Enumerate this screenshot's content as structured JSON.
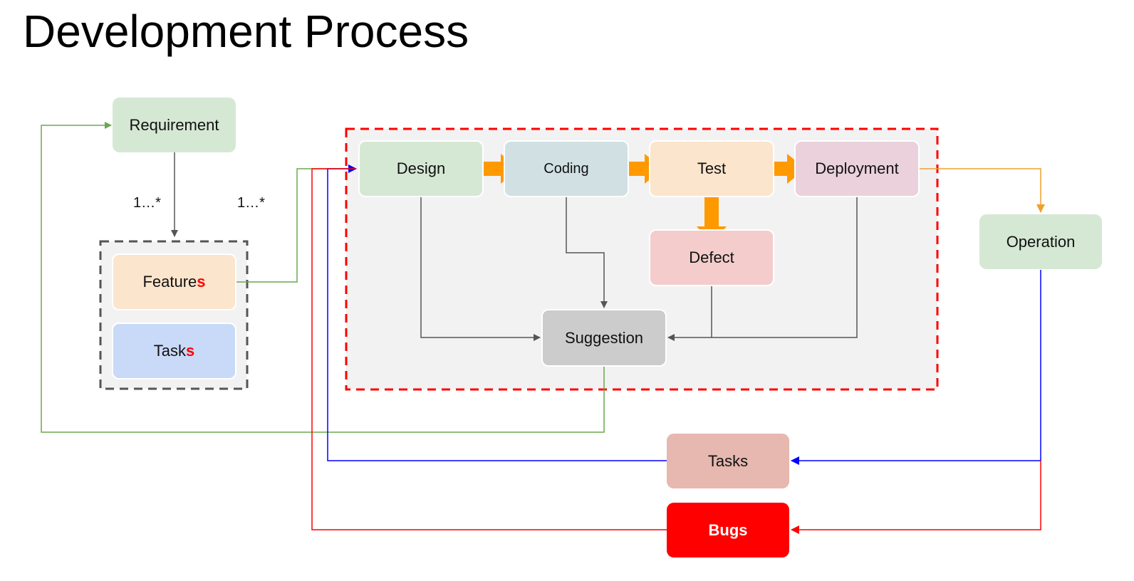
{
  "title": "Development Process",
  "nodes": {
    "requirement": "Requirement",
    "features": {
      "text": "Feature",
      "accent": "s"
    },
    "tasks_group": {
      "text": "Task",
      "accent": "s"
    },
    "design": "Design",
    "coding": "Coding",
    "test": "Test",
    "deployment": "Deployment",
    "defect": "Defect",
    "suggestion": "Suggestion",
    "operation": "Operation",
    "tasks_bottom": "Tasks",
    "bugs": "Bugs"
  },
  "multiplicity": {
    "left": "1…*",
    "right": "1…*"
  },
  "colors": {
    "green_box": "#d5e8d4",
    "orange_box": "#fce5cd",
    "blue_box": "#c9daf8",
    "teal_box": "#d0e0e3",
    "pink_box": "#ead1dc",
    "defect_box": "#f4cccc",
    "suggestion_box": "#cccccc",
    "tasks_box": "#e6b8af",
    "bugs_box": "#ff0000",
    "process_border": "#ff0000",
    "group_border": "#555555",
    "orange_arrow": "#ff9900",
    "green_line": "#6aa84f",
    "blue_line": "#0000ff",
    "red_line": "#ff0000",
    "gray_line": "#555555"
  }
}
